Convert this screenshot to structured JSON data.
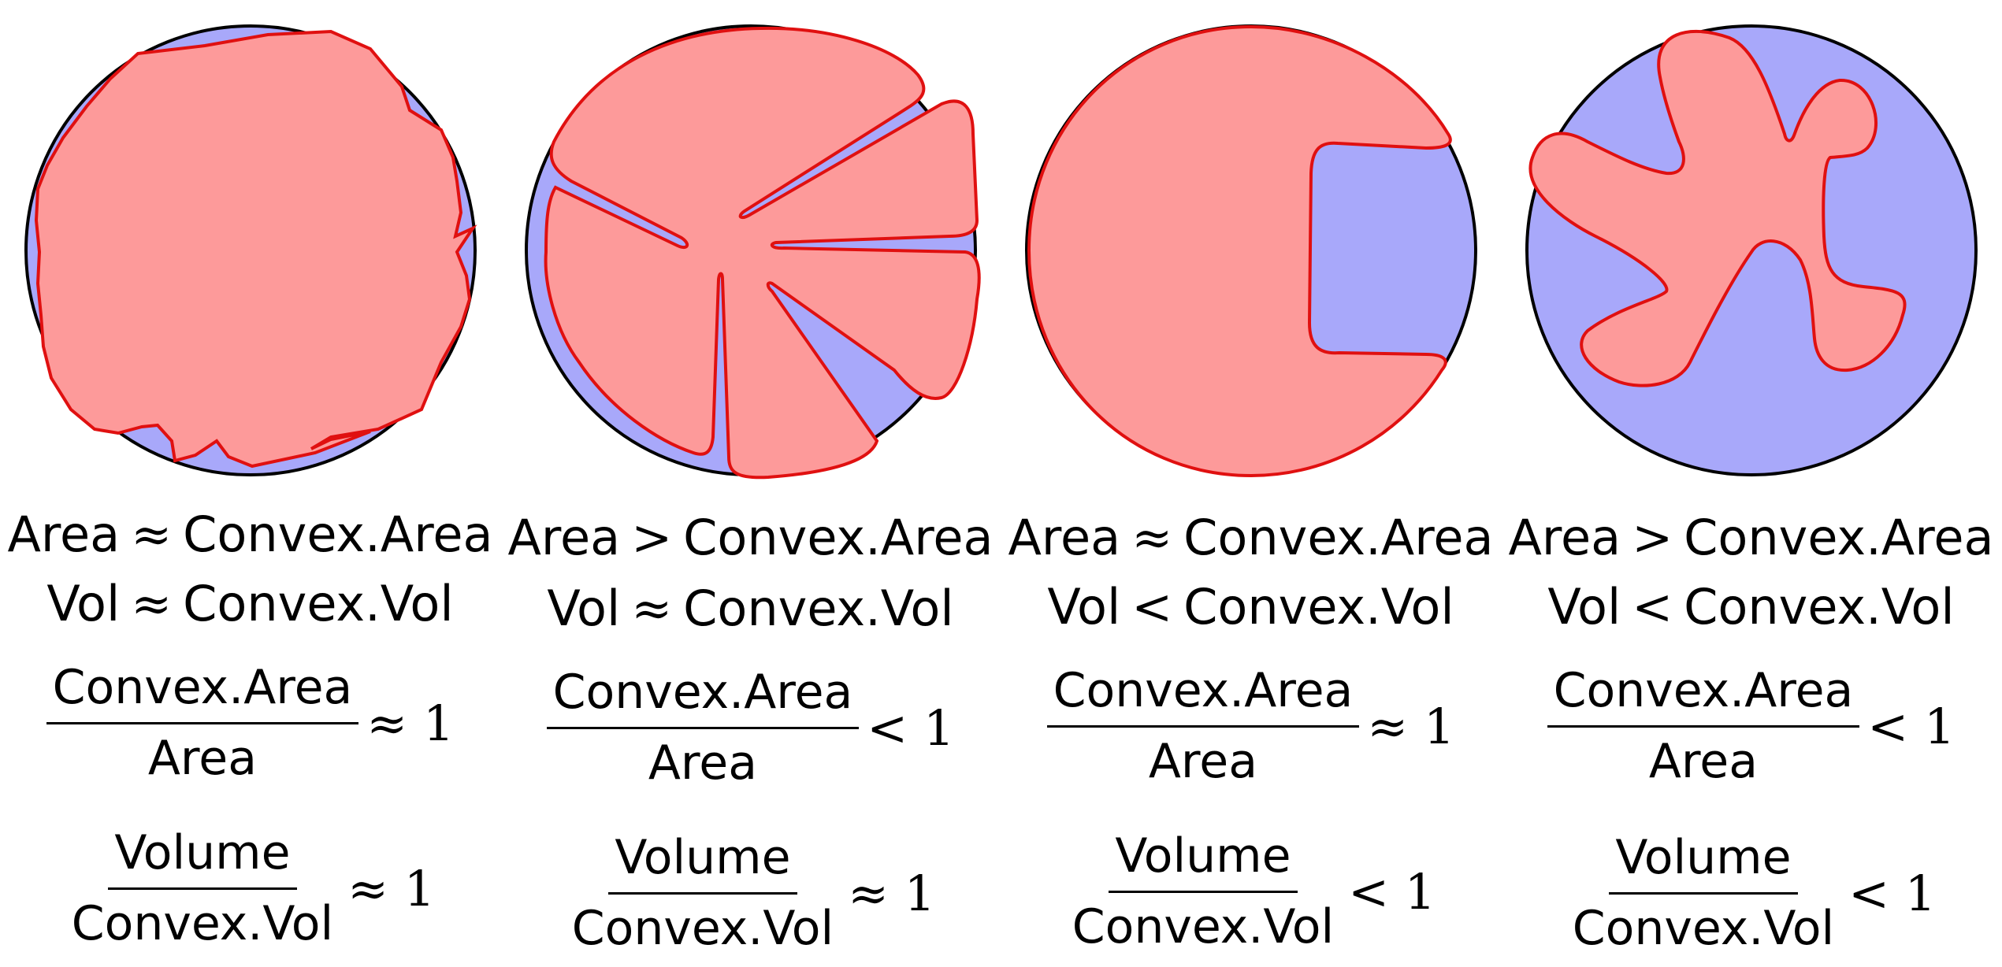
{
  "colors": {
    "outer": "#a8a8fa",
    "inner": "#fd9a9a",
    "inner_stroke": "#e01010",
    "outer_stroke": "#000000"
  },
  "panels": [
    {
      "line1": {
        "left": "Area",
        "rel": "≈",
        "right": "Convex.Area"
      },
      "line2": {
        "left": "Vol",
        "rel": "≈",
        "right": "Convex.Vol"
      },
      "frac1": {
        "num": "Convex.Area",
        "den": "Area",
        "rel": "≈",
        "val": "1"
      },
      "frac2": {
        "num": "Volume",
        "den": "Convex.Vol",
        "rel": "≈",
        "val": "1"
      }
    },
    {
      "line1": {
        "left": "Area",
        "rel": ">",
        "right": "Convex.Area"
      },
      "line2": {
        "left": "Vol",
        "rel": "≈",
        "right": "Convex.Vol"
      },
      "frac1": {
        "num": "Convex.Area",
        "den": "Area",
        "rel": "<",
        "val": "1"
      },
      "frac2": {
        "num": "Volume",
        "den": "Convex.Vol",
        "rel": "≈",
        "val": "1"
      }
    },
    {
      "line1": {
        "left": "Area",
        "rel": "≈",
        "right": "Convex.Area"
      },
      "line2": {
        "left": "Vol",
        "rel": "<",
        "right": "Convex.Vol"
      },
      "frac1": {
        "num": "Convex.Area",
        "den": "Area",
        "rel": "≈",
        "val": "1"
      },
      "frac2": {
        "num": "Volume",
        "den": "Convex.Vol",
        "rel": "<",
        "val": "1"
      }
    },
    {
      "line1": {
        "left": "Area",
        "rel": ">",
        "right": "Convex.Area"
      },
      "line2": {
        "left": "Vol",
        "rel": "<",
        "right": "Convex.Vol"
      },
      "frac1": {
        "num": "Convex.Area",
        "den": "Area",
        "rel": "<",
        "val": "1"
      },
      "frac2": {
        "num": "Volume",
        "den": "Convex.Vol",
        "rel": "<",
        "val": "1"
      }
    }
  ]
}
